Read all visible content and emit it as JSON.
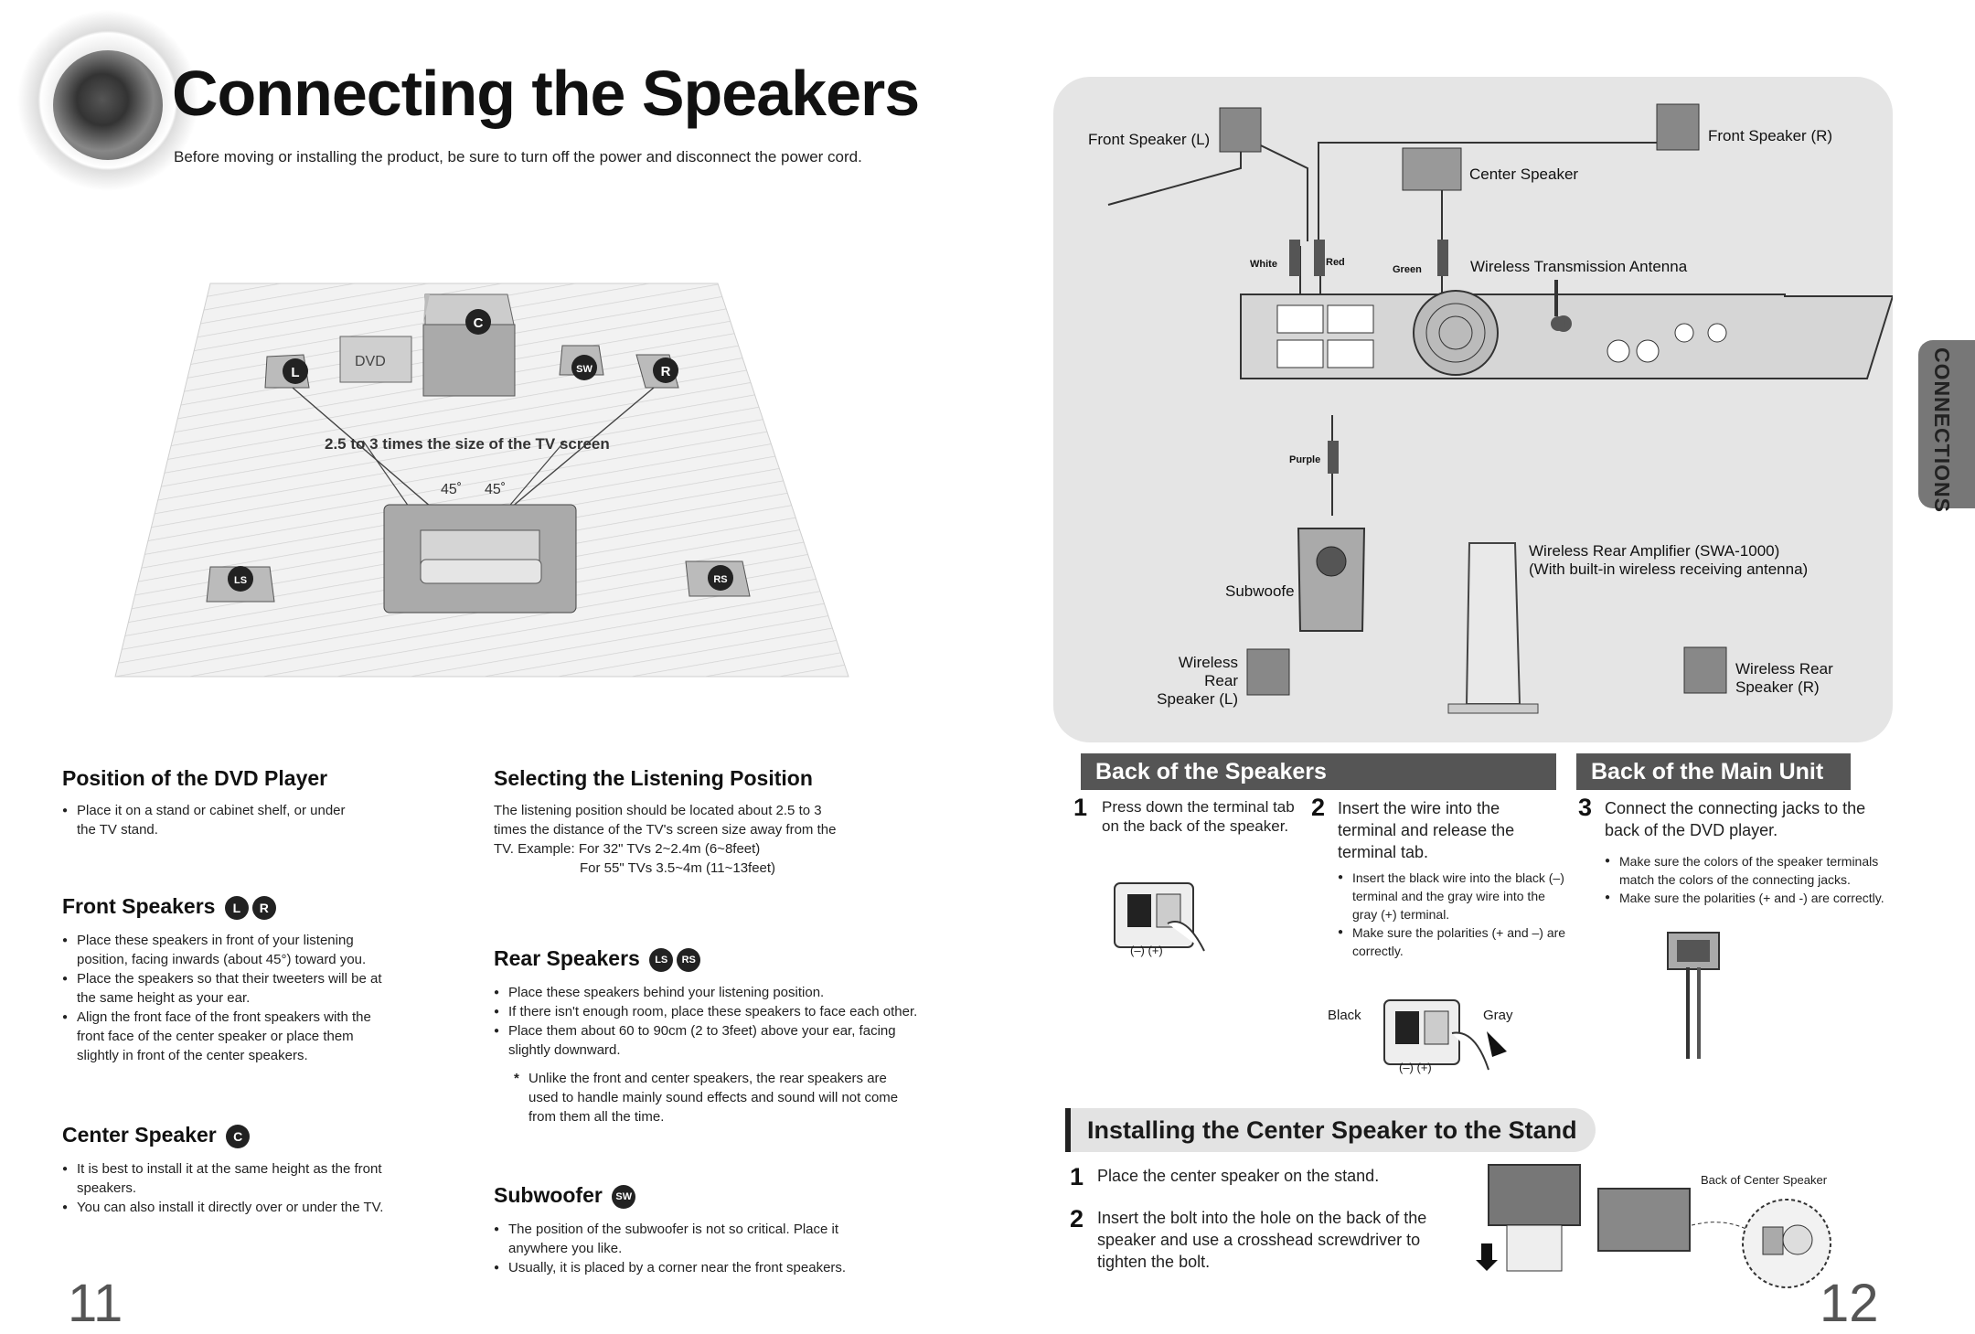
{
  "header": {
    "title": "Connecting the Speakers",
    "subtitle": "Before moving or installing the product, be sure to turn off the power and disconnect the power cord."
  },
  "room_diagram": {
    "dvd_label": "DVD",
    "distance_label": "2.5 to 3 times the size of the TV screen",
    "angle_left": "45˚",
    "angle_right": "45˚",
    "badges": {
      "l": "L",
      "c": "C",
      "sw": "SW",
      "r": "R",
      "ls": "LS",
      "rs": "RS"
    }
  },
  "left": {
    "position": {
      "heading": "Position of the DVD Player",
      "bullets": [
        "Place it on a stand or cabinet shelf, or under the TV stand."
      ]
    },
    "front": {
      "heading": "Front Speakers",
      "badges": [
        "L",
        "R"
      ],
      "bullets": [
        "Place these speakers in front of your listening position, facing inwards (about 45°) toward you.",
        "Place the speakers so that their tweeters will be at the same height as your ear.",
        "Align the front face of the front speakers with the front face of the center speaker or place them slightly in front of the center speakers."
      ]
    },
    "center": {
      "heading": "Center Speaker",
      "badge": "C",
      "bullets": [
        "It is best to install it at the same height as the front speakers.",
        "You can also install it directly over or under the TV."
      ]
    },
    "listening": {
      "heading": "Selecting the Listening Position",
      "text": "The listening position should be located about 2.5 to 3 times the distance of the TV's screen size away from the TV. Example: For 32\" TVs 2~2.4m (6~8feet)",
      "text2": "For 55\" TVs 3.5~4m (11~13feet)"
    },
    "rear": {
      "heading": "Rear Speakers",
      "badges": [
        "LS",
        "RS"
      ],
      "bullets": [
        "Place these speakers behind your listening position.",
        "If there isn't enough room, place these speakers to face each other.",
        "Place them about 60 to 90cm (2 to 3feet) above your ear, facing slightly downward."
      ],
      "note_mark": "*",
      "note": "Unlike the front and center speakers, the rear speakers are used to handle mainly sound effects and sound will not come from them all the time."
    },
    "subwoofer": {
      "heading": "Subwoofer",
      "badge": "SW",
      "bullets": [
        "The position of the subwoofer is not so critical. Place it anywhere you like.",
        "Usually, it is placed by a corner near the front speakers."
      ]
    },
    "page_number": "11"
  },
  "right": {
    "diagram": {
      "front_l": "Front Speaker (L)",
      "front_r": "Front Speaker (R)",
      "center": "Center Speaker",
      "antenna": "Wireless Transmission Antenna",
      "white": "White",
      "red": "Red",
      "green": "Green",
      "purple": "Purple",
      "subwoofer": "Subwoofe",
      "amp_line1": "Wireless Rear Amplifier (SWA-1000)",
      "amp_line2": "(With built-in wireless receiving antenna)",
      "rear_l_line1": "Wireless Rear",
      "rear_l_line2": "Speaker (L)",
      "rear_r_line1": "Wireless Rear",
      "rear_r_line2": "Speaker (R)"
    },
    "back_speakers": {
      "heading": "Back of the Speakers",
      "step1_num": "1",
      "step1": "Press down the terminal tab on the back of the speaker.",
      "step2_num": "2",
      "step2": "Insert the wire into the terminal and release the terminal tab.",
      "step2_bullets": [
        "Insert the black wire into the black (–) terminal and the gray wire into the gray (+) terminal.",
        "Make sure the polarities (+ and –) are correctly."
      ],
      "polarity1": "(–)  (+)",
      "polarity2": "(–)  (+)",
      "black": "Black",
      "gray": "Gray"
    },
    "back_main": {
      "heading": "Back of the Main Unit",
      "step3_num": "3",
      "step3": "Connect the connecting jacks to the back of the DVD player.",
      "bullets": [
        "Make sure the colors of the speaker terminals match the colors of the connecting jacks.",
        "Make sure the polarities (+ and -) are correctly."
      ]
    },
    "center_stand": {
      "heading": "Installing the Center Speaker to the Stand",
      "step1_num": "1",
      "step1": "Place the center speaker on the stand.",
      "step2_num": "2",
      "step2": "Insert the bolt into the hole on the back of the speaker and use a crosshead screwdriver to tighten the bolt.",
      "back_label": "Back of Center Speaker"
    },
    "side_tab": "CONNECTIONS",
    "page_number": "12"
  }
}
